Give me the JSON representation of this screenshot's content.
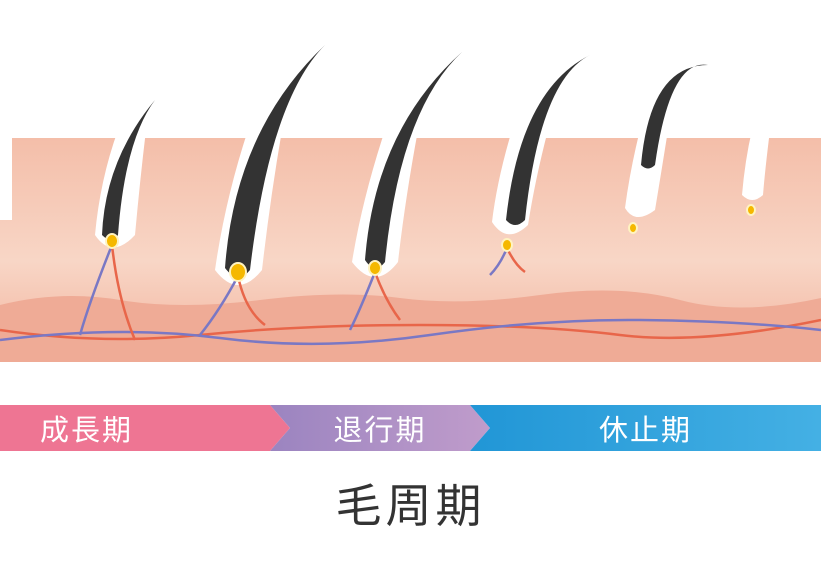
{
  "phases": [
    {
      "label": "成長期",
      "color": "#ee7593"
    },
    {
      "label": "退行期",
      "color": "#b996c7"
    },
    {
      "label": "休止期",
      "color": "#3aa9e0"
    }
  ],
  "title": "毛周期",
  "colors": {
    "skin": "#f4c0ab",
    "dermis": "#efad98",
    "hair": "#333333",
    "artery": "#e8664a",
    "vein": "#7a78c4",
    "bulb": "#f5b800"
  }
}
